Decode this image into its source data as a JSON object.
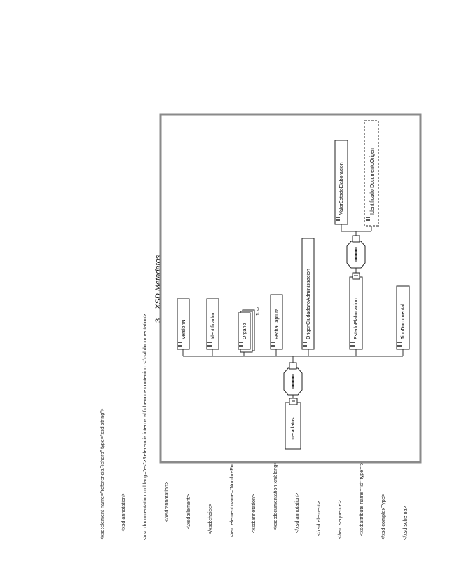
{
  "xml_lines": [
    "<xsd:element name=\"referenciaFichero\" type=\"xsd:string\">",
    "      <xsd:annotation>",
    "<xsd:documentation xml:lang=\"es\">Referencia interna al fichero de contenido. </xsd:documentation>",
    "             </xsd:annotation>",
    "        </xsd:element>",
    "    </xsd:choice>",
    "  <xsd:element name=\"NombreFormato\" type=\"xsd:string\">",
    "     <xsd:annotation>",
    "       <xsd:documentation xml:lang=\"es\">El formato del fichero de contenido del documento electrónico atenderá a lo establecido en la NTI de Catálogo de estándares.</xsd:documentation>",
    "     </xsd:annotation>",
    "   </xsd:element>",
    " </xsd:sequence>",
    "   <xsd:attribute name=\"Id\" type=\"xsd:ID\" use=\"optional\"/>",
    "</xsd:complexType>",
    "</xsd:schema>"
  ],
  "section": {
    "number": "3.",
    "title": "XSD Metadatos"
  },
  "diagram": {
    "root": "metadatos",
    "children": [
      "VersionNTI",
      "Identificador",
      "Organo",
      "FechaCaptura",
      "OrigenCiudadanoAdministracion",
      "EstadoElaboracion",
      "TipoDocumental"
    ],
    "organo_multiplicity": "1..∞",
    "estado_children": [
      "ValorEstadoElaboracion",
      "IdentificadorDocumentoOrigen"
    ]
  }
}
